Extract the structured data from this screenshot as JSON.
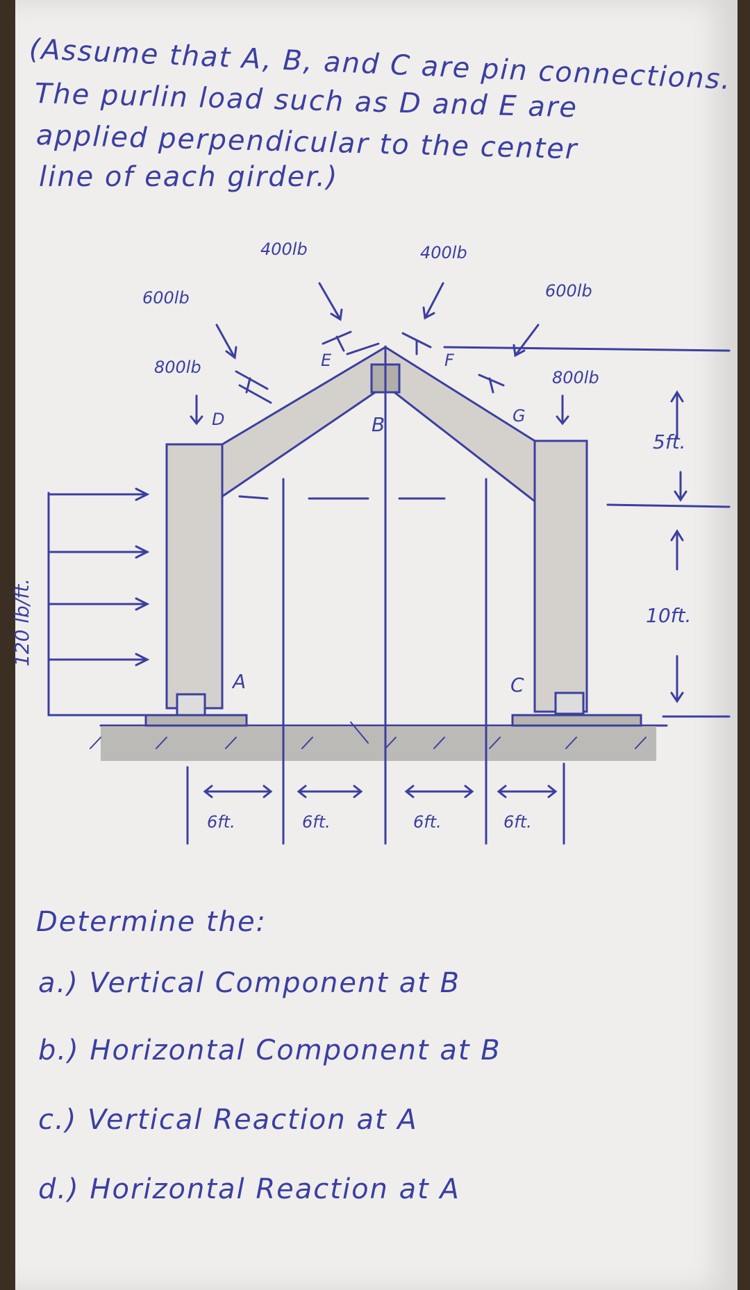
{
  "note": {
    "line1": "(Assume that A, B, and C are pin connections.",
    "line2": "The purlin load such as D and E are",
    "line3": "applied perpendicular to the center",
    "line4": "line of each girder.)"
  },
  "loads": {
    "left_600": "600lb",
    "left_800": "800lb",
    "top_left_400": "400lb",
    "top_right_400": "400lb",
    "right_600": "600lb",
    "right_800": "800lb",
    "distributed": "120 lb/ft."
  },
  "points": [
    "A",
    "B",
    "C",
    "D",
    "E",
    "F",
    "G"
  ],
  "dimensions": {
    "vertical_5": "5ft.",
    "vertical_10": "10ft.",
    "spans": [
      "6ft.",
      "6ft.",
      "6ft.",
      "6ft."
    ]
  },
  "questions": {
    "heading": "Determine the:",
    "a": "a.) Vertical Component at B",
    "b": "b.) Horizontal Component at B",
    "c": "c.) Vertical Reaction at A",
    "d": "d.) Horizontal Reaction at A"
  },
  "colors": {
    "ink": "#3b3fa0",
    "paper": "#efeeec",
    "member": "#d4d1cd",
    "ground": "#b8b5b0"
  }
}
